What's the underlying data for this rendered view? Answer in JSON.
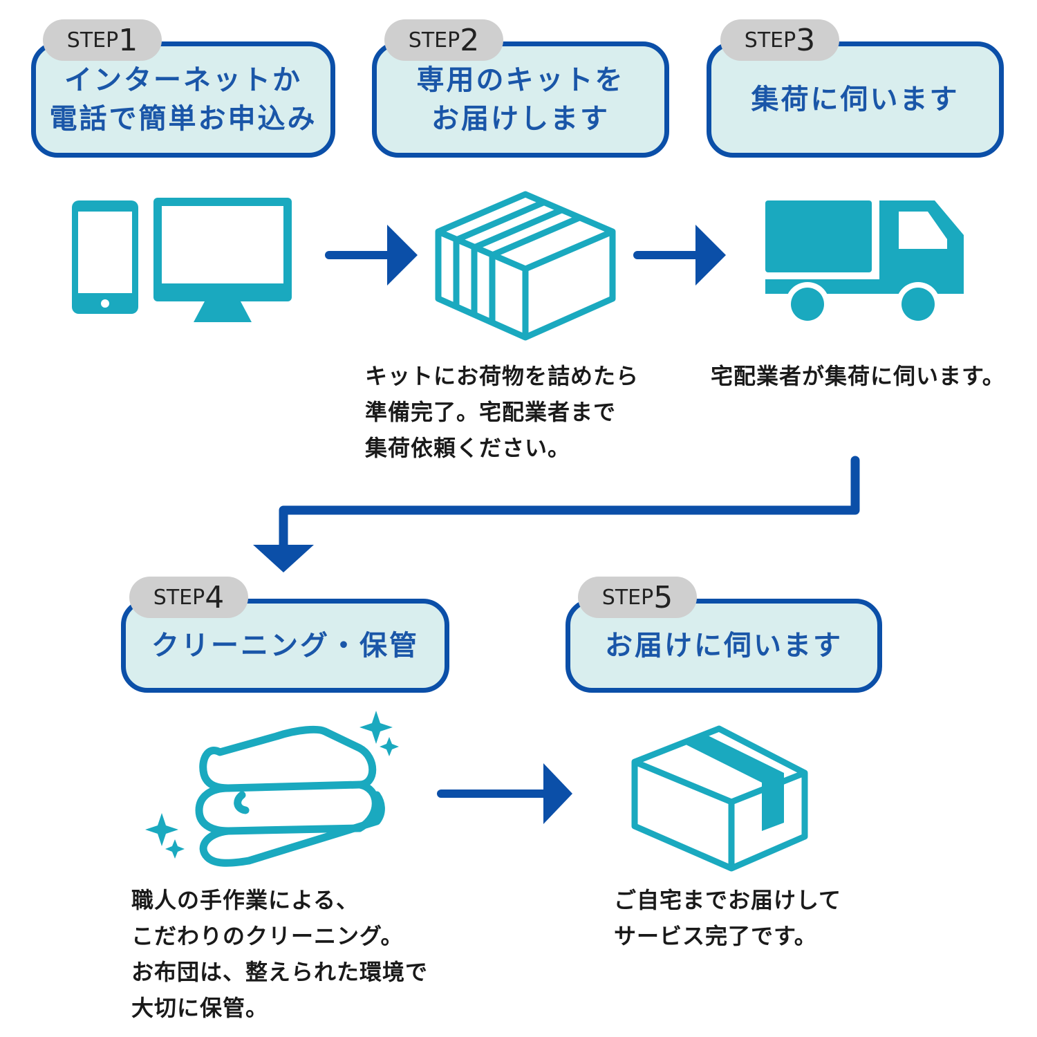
{
  "steps": [
    {
      "word": "STEP",
      "num": "1",
      "title": "インターネットか\n電話で簡単お申込み"
    },
    {
      "word": "STEP",
      "num": "2",
      "title": "専用のキットを\nお届けします"
    },
    {
      "word": "STEP",
      "num": "3",
      "title": "集荷に伺います"
    },
    {
      "word": "STEP",
      "num": "4",
      "title": "クリーニング・保管"
    },
    {
      "word": "STEP",
      "num": "5",
      "title": "お届けに伺います"
    }
  ],
  "descriptions": {
    "step2": "キットにお荷物を詰めたら\n準備完了。宅配業者まで\n集荷依頼ください。",
    "step3": "宅配業者が集荷に伺います。",
    "step4": "職人の手作業による、\nこだわりのクリーニング。\nお布団は、整えられた環境で\n大切に保管。",
    "step5": "ご自宅までお届けして\nサービス完了です。"
  },
  "icons": [
    "smartphone-icon",
    "monitor-icon",
    "box-icon",
    "truck-icon",
    "futon-icon",
    "sparkle-icon",
    "delivered-box-icon",
    "arrow-right-icon",
    "arrow-down-icon"
  ],
  "colors": {
    "accent": "#1aa9bf",
    "arrow": "#0b4fa8",
    "box_fill": "#d9eeee",
    "label_bg": "#cfcfcf"
  }
}
